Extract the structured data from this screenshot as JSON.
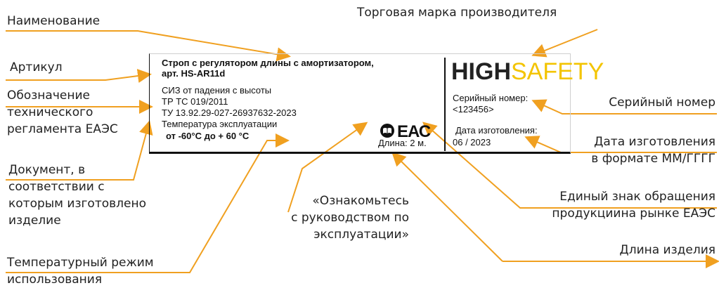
{
  "callouts": {
    "name": "Наименование",
    "trademark": "Торговая марка производителя",
    "article": "Артикул",
    "tr_designation": [
      "Обозначение",
      "технического",
      "регламента ЕАЭС"
    ],
    "serial": "Серийный номер",
    "document": [
      "Документ, в",
      "соответствии с",
      "которым изготовлено",
      "изделие"
    ],
    "mfg_date": [
      "Дата изготовления",
      "в формате ММ/ГГГГ"
    ],
    "manual": [
      "«Ознакомьтесь",
      "с руководством по",
      "эксплуатации»"
    ],
    "eac_mark": [
      "Единый знак обращения",
      "продукциина рынке ЕАЭС"
    ],
    "temp_mode": [
      "Температурный режим",
      "использования"
    ],
    "length": "Длина изделия"
  },
  "label": {
    "title_line1": "Строп с регулятором длины с амортизатором,",
    "title_line2": "арт. HS-AR11d",
    "line_siz": "СИЗ от падения с высоты",
    "line_tr": "ТР ТС 019/2011",
    "line_tu": "ТУ 13.92.29-027-26937632-2023",
    "line_temp": "Температура эксплуатации",
    "line_temp_range": "от -60°С до + 60 °С",
    "length": "Длина: 2 м.",
    "eac": "ЕАС",
    "logo_bold": "HIGH",
    "logo_light": "SAFETY",
    "serial_label": "Серийный номер:",
    "serial_value": "<123456>",
    "date_label": "Дата изготовления:",
    "date_value": "06 / 2023"
  },
  "colors": {
    "accent": "#f0a020",
    "logo_yellow": "#f3c400",
    "text": "#222222"
  }
}
